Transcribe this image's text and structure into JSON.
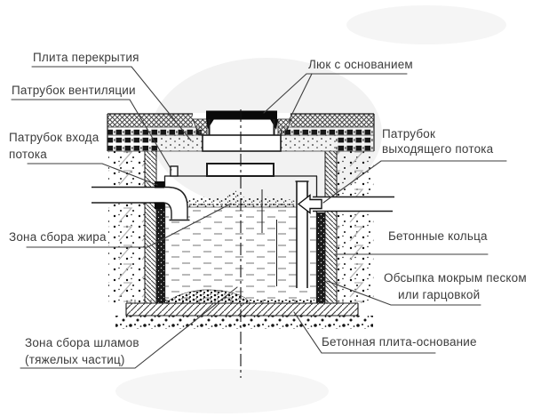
{
  "labels": {
    "cover_slab": "Плита перекрытия",
    "vent": "Патрубок вентиляции",
    "inlet": [
      "Патрубок входа",
      "потока"
    ],
    "grease_zone": "Зона сбора жира",
    "sludge_zone": [
      "Зона сбора шламов",
      "(тяжелых частиц)"
    ],
    "manhole": "Люк с основанием",
    "outlet": [
      "Патрубок",
      "выходящего потока"
    ],
    "rings": "Бетонные кольца",
    "backfill": [
      "Обсыпка мокрым песком",
      "или гарцовкой"
    ],
    "base_slab": "Бетонная плита-основание"
  },
  "colors": {
    "ink": "#1c1c1c",
    "label": "#3c3c3c",
    "leader": "#3d3d3d",
    "ground": "#b3b3b3",
    "water": "#8f8f8f"
  }
}
